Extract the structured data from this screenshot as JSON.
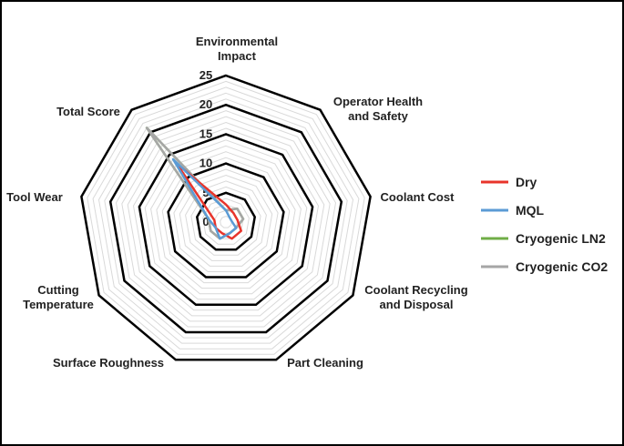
{
  "chart_data": {
    "type": "radar",
    "axes": [
      "Environmental Impact",
      "Operator Health and Safety",
      "Coolant Cost",
      "Coolant Recycling and Disposal",
      "Part Cleaning",
      "Surface Roughness",
      "Cutting Temperature",
      "Tool Wear",
      "Total Score"
    ],
    "axis_label_lines": [
      [
        "Environmental",
        "Impact"
      ],
      [
        "Operator Health",
        "and Safety"
      ],
      [
        "Coolant Cost"
      ],
      [
        "Coolant Recycling",
        "and Disposal"
      ],
      [
        "Part Cleaning"
      ],
      [
        "Surface Roughness"
      ],
      [
        "Cutting",
        "Temperature"
      ],
      [
        "Tool Wear"
      ],
      [
        "Total Score"
      ]
    ],
    "rlim": [
      0,
      25
    ],
    "major_ticks": [
      0,
      5,
      10,
      15,
      20,
      25
    ],
    "minor_step": 1,
    "legend_position": "right",
    "series": [
      {
        "name": "Dry",
        "color": "#e8342b",
        "values": [
          3,
          2,
          2,
          3,
          3,
          2,
          2,
          2,
          13
        ]
      },
      {
        "name": "MQL",
        "color": "#5b9bd5",
        "values": [
          2,
          1,
          1,
          2,
          2,
          3,
          2,
          3,
          14
        ]
      },
      {
        "name": "Cryogenic LN2",
        "color": "#70ad47",
        "values": [
          2,
          3,
          3,
          2,
          2,
          3,
          3,
          3,
          21
        ]
      },
      {
        "name": "Cryogenic CO2",
        "color": "#a6a6a6",
        "values": [
          2,
          3,
          3,
          2,
          2,
          3,
          3,
          3,
          21
        ]
      }
    ]
  }
}
